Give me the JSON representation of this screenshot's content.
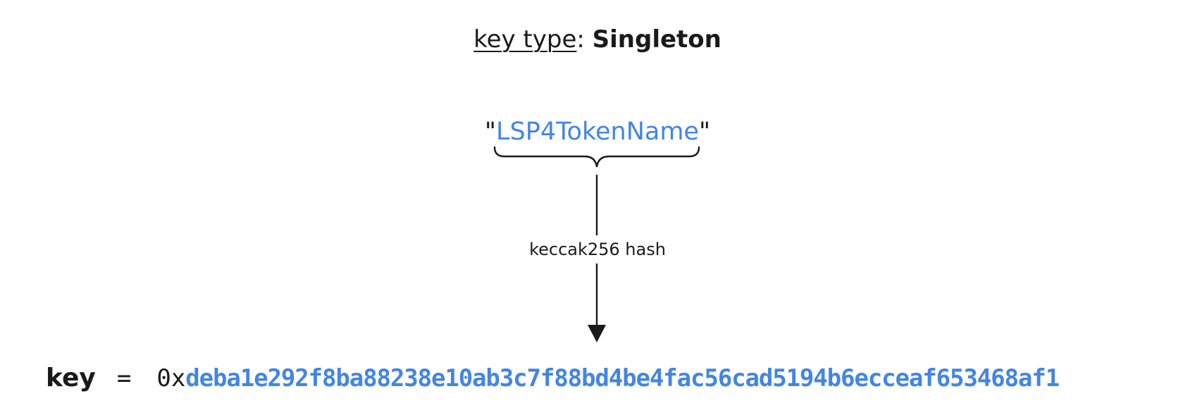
{
  "title": {
    "label": "key type",
    "separator": ": ",
    "value": "Singleton"
  },
  "source": {
    "open_quote": "\"",
    "name": "LSP4TokenName",
    "close_quote": "\""
  },
  "transform": {
    "label": "keccak256 hash"
  },
  "result": {
    "key_label": "key",
    "equals": "=",
    "prefix": "0x",
    "hash": "deba1e292f8ba88238e10ab3c7f88bd4be4fac56cad5194b6ecceaf653468af1"
  },
  "colors": {
    "accent": "#4285e6",
    "text": "#1a1a1a",
    "background": "#ffffff"
  }
}
